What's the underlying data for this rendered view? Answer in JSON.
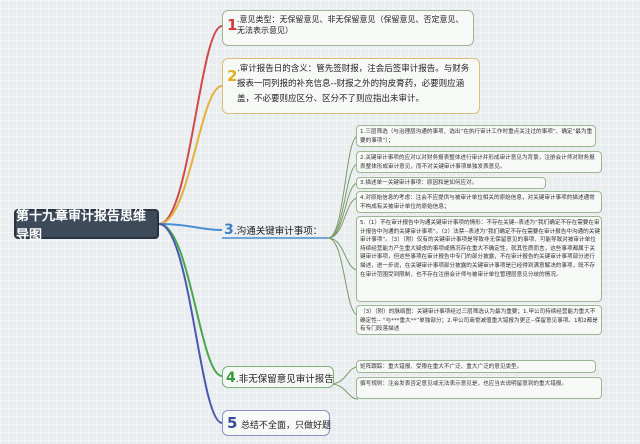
{
  "root": {
    "title": "第十九章审计报告思维导图"
  },
  "branch1": {
    "number": "1",
    "text": ".意见类型：无保留意见、非无保留意见（保留意见、否定意见、无法表示意见）"
  },
  "branch2": {
    "number": "2",
    "text": ".审计报告日的含义：管先签财报，注会后签审计报告。与财务报表一同列报的补充信息--财报之外的拘皮膏药，必要则应涵盖，不必要则应区分、区分不了则应指出未审计。"
  },
  "branch3": {
    "number": "3",
    "label": ".沟通关键审计事项：",
    "items": [
      "1.三层筛选（与治理层沟通的事项、选出“在执行审计工作时重点关注过的事项”、确定“最为重要的事项”）；",
      "2.关键审计事项的应对以对财务报表整体进行审计并形成审计意见为背景，注册会计师对财务报表整体形成审计意见，而不对关键审计事项单独发表意见。",
      "3.描述单一关键审计事项：原因和是如何应对。",
      "4.对原始信息的考虑：注会不应提供与被审计单位相关的原始信息，对关键审计事项的描述通常不构成有关被审计单位的原始信息；",
      "5.（1）不在审计报告中沟通关键审计事项的情形：不存在关键--表述为“我们确定不存在需要在审计报告中沟通的关键审计事项”。（2）法禁--表述为“我们确定不存在需要在审计报告中沟通的关键审计事项”。（3）（附）仅有的关键审计事项是导致非无保留意见的事项、可能导致对被审计单位持续经营能力产生重大疑虑的事项或情况存在重大不确定性，就其性质而言，这些事项都属于关键审计事项，但这些事项在审计报告中专门的部分披露，不在审计报告的关键审计事项部分进行描述，进一步说，在关键审计事项部分披露的关键审计事项是已经得到满意解决的事项，既不存在审计范围受到限制，也不存在注册会计师与被审计单位管理层意见分歧的情况。",
      "（3）（附）的脉络图：关键审计事项经过三层筛选认为最为重要；1.甲公司持续经营能力重大不确定性-- “与***重大**”单独部分；2.甲公司商誉减值重大错报为更正--保留意见事项。1和2都是有专门段落描述"
    ]
  },
  "branch4": {
    "number": "4",
    "label": ".非无保留意见审计报告",
    "items": [
      "矩阵跟踪：重大错报、受限在重大不广泛、重大广泛的意见类型。",
      "撰写规则：注会发表否定意见或无法表示意见是，也应当去说明留意到的重大错报。"
    ]
  },
  "branch5": {
    "number": "5",
    "text": "总结不全面，只做好题"
  }
}
